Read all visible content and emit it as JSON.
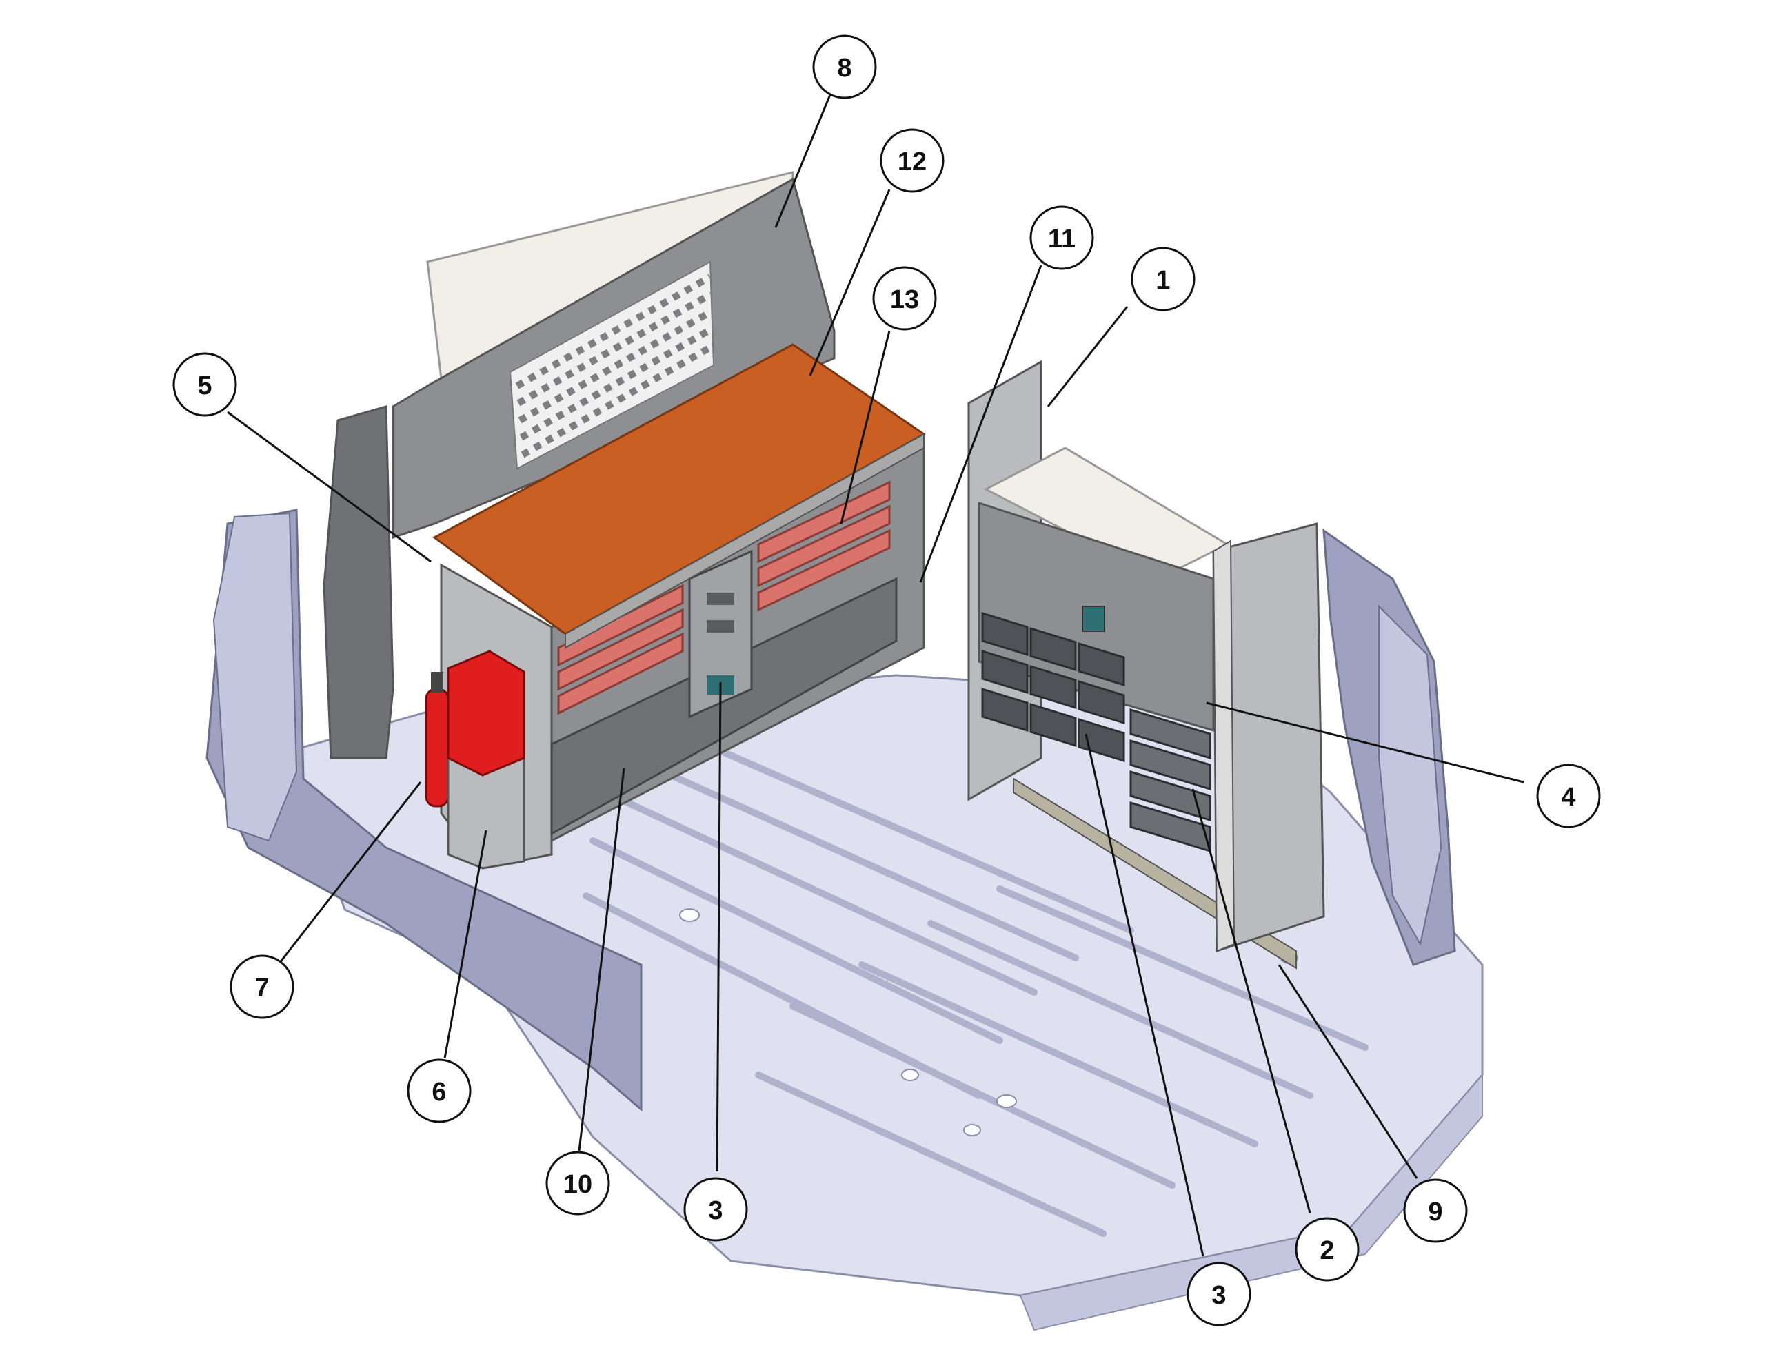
{
  "colors": {
    "floor": "#dfe1f1",
    "floor_shade": "#c3c6de",
    "floor_dark": "#9ea2c0",
    "steel": "#8d8f93",
    "steel_dark": "#6f7175",
    "steel_light": "#b9bbbe",
    "worktop": "#c95f22",
    "drawer_red": "#d9736c",
    "extinguisher": "#e01e1e",
    "shelf_light": "#f2efe8",
    "callout_circle": "#ffffff",
    "callout_stroke": "#111111"
  },
  "callouts": [
    {
      "id": "callout-8",
      "label": "8"
    },
    {
      "id": "callout-12",
      "label": "12"
    },
    {
      "id": "callout-11",
      "label": "11"
    },
    {
      "id": "callout-1",
      "label": "1"
    },
    {
      "id": "callout-13",
      "label": "13"
    },
    {
      "id": "callout-5",
      "label": "5"
    },
    {
      "id": "callout-4",
      "label": "4"
    },
    {
      "id": "callout-7",
      "label": "7"
    },
    {
      "id": "callout-6",
      "label": "6"
    },
    {
      "id": "callout-10",
      "label": "10"
    },
    {
      "id": "callout-3a",
      "label": "3"
    },
    {
      "id": "callout-3b",
      "label": "3"
    },
    {
      "id": "callout-2",
      "label": "2"
    },
    {
      "id": "callout-9",
      "label": "9"
    }
  ]
}
